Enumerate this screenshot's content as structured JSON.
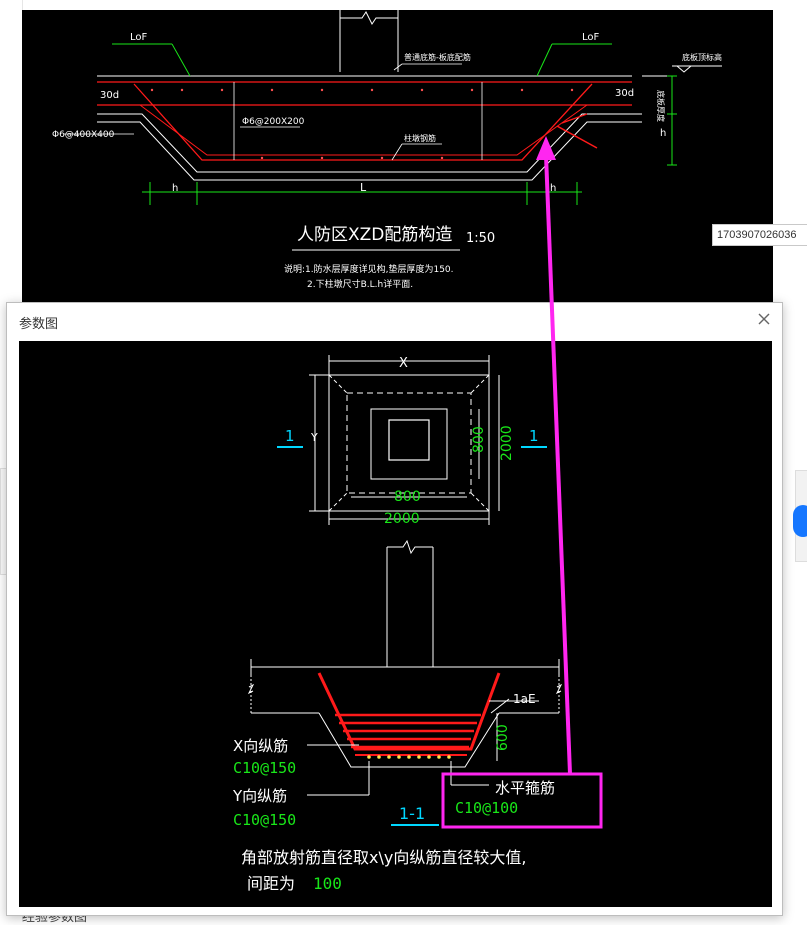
{
  "background": {
    "tooltip_text": "1703907026036",
    "drawing": {
      "title": "人防区XZD配筋构造",
      "scale": "1:50",
      "note_line1": "说明:1.防水层厚度详见构,垫层厚度为150.",
      "note_line2": "2.下柱墩尺寸B.L.h详平面.",
      "label_lof_left": "LoF",
      "label_lof_right": "LoF",
      "label_30d_left": "30d",
      "label_30d_right": "30d",
      "label_top_rebar": "普通底筋-板底配筋",
      "label_right_top": "底板顶标高",
      "label_right_vertical": "底板厚度",
      "label_phi6_400": "Φ6@400X400",
      "label_phi6_200": "Φ6@200X200",
      "label_pile_rebar": "柱墩钢筋",
      "label_h_left": "h",
      "label_l": "L",
      "label_h_right": "h",
      "label_h_vertical": "h"
    },
    "bottom_text": "经验参数图"
  },
  "dialog": {
    "title": "参数图",
    "close_icon": "close-icon",
    "plan": {
      "label_x": "X",
      "label_y": "Y",
      "dim_800_v": "800",
      "dim_2000_v": "2000",
      "dim_800_h": "800",
      "dim_2000_h": "2000",
      "section_mark_left": "1",
      "section_mark_right": "1"
    },
    "section": {
      "label_lae": "1aE",
      "dim_600": "600",
      "x_rebar_label": "X向纵筋",
      "x_rebar_value": "C10@150",
      "y_rebar_label": "Y向纵筋",
      "y_rebar_value": "C10@150",
      "stirrup_label": "水平箍筋",
      "stirrup_value": "C10@100",
      "section_mark": "1-1",
      "note_line1": "角部放射筋直径取x\\y向纵筋直径较大值,",
      "note_line2_prefix": "间距为",
      "note_line2_value": "100"
    }
  },
  "colors": {
    "cad_background": "#000000",
    "dim_green": "#19e619",
    "section_cyan": "#00d7ff",
    "rebar_red": "#ff1a1a",
    "annotation_magenta": "#ff26f0",
    "line_white": "#ffffff"
  }
}
